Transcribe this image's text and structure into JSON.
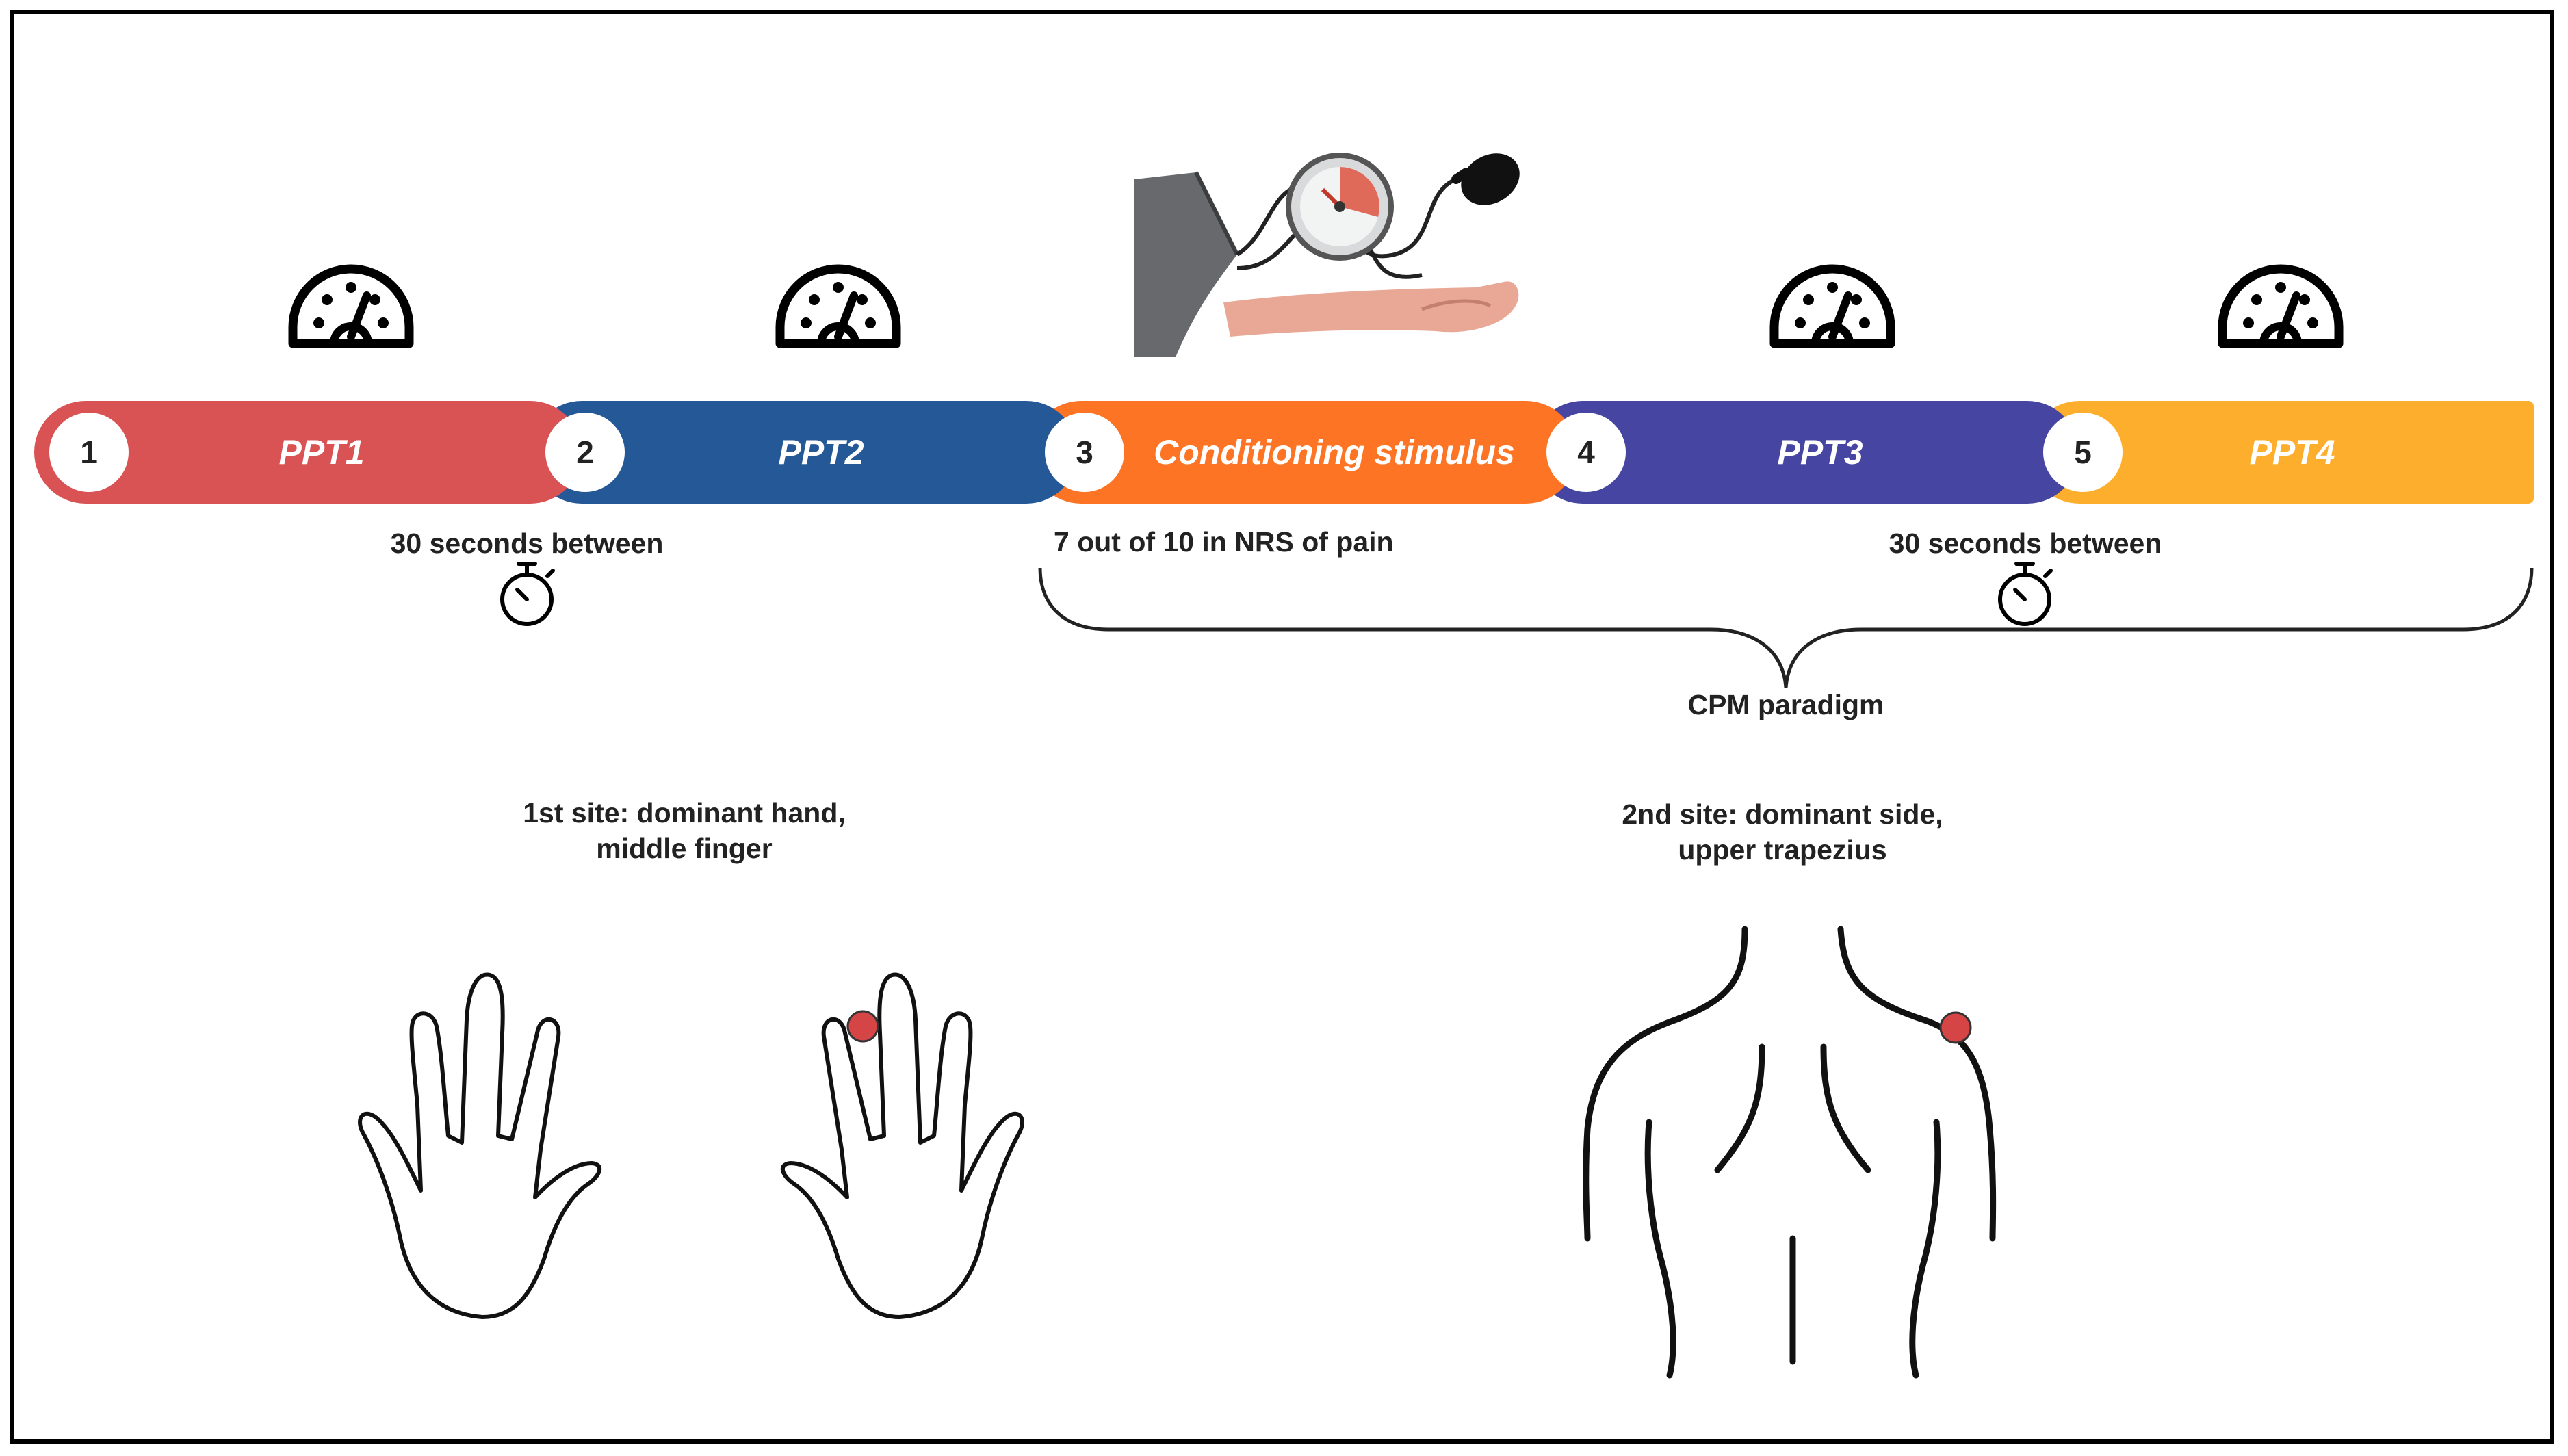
{
  "timeline": {
    "steps": [
      {
        "number": "1",
        "label": "PPT1",
        "color": "#D95254"
      },
      {
        "number": "2",
        "label": "PPT2",
        "color": "#255896"
      },
      {
        "number": "3",
        "label": "Conditioning stimulus",
        "color": "#FC7424"
      },
      {
        "number": "4",
        "label": "PPT3",
        "color": "#4646A2"
      },
      {
        "number": "5",
        "label": "PPT4",
        "color": "#FDAE2C"
      }
    ]
  },
  "annotations": {
    "interval_left": "30 seconds between",
    "nrs_target": "7 out of 10 in NRS of pain",
    "interval_right": "30 seconds between",
    "cpm_paradigm": "CPM paradigm"
  },
  "sites": {
    "first": {
      "line1": "1st site: dominant hand,",
      "line2": "middle finger"
    },
    "second": {
      "line1": "2nd site: dominant side,",
      "line2": "upper trapezius"
    }
  },
  "icons": {
    "gauge": "pressure-algometer-gauge-icon",
    "stopwatch": "stopwatch-icon",
    "cuff": "blood-pressure-cuff-icon",
    "marker_color": "#D64545"
  }
}
